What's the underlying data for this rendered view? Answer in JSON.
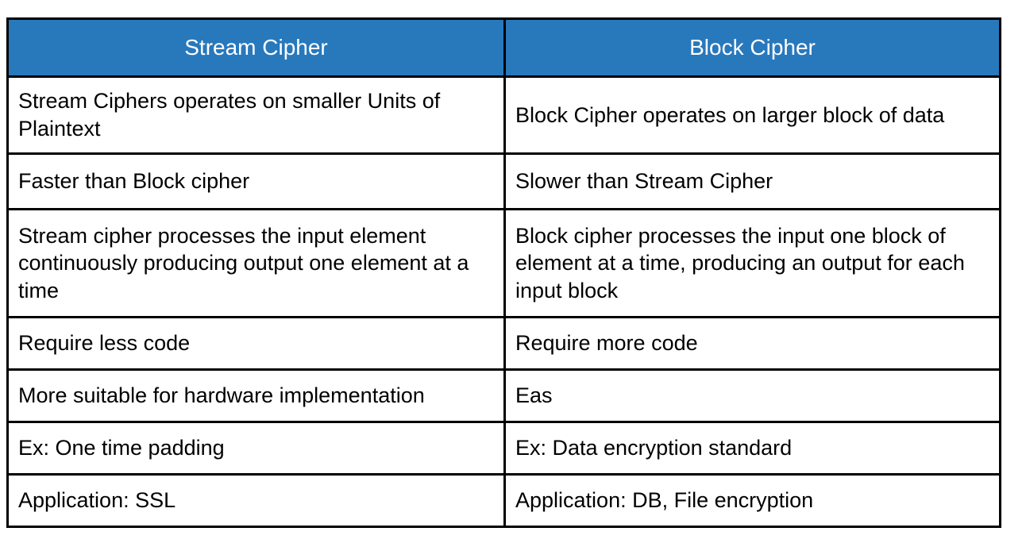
{
  "table": {
    "title_row": {
      "columns": [
        {
          "label": "Stream Cipher"
        },
        {
          "label": "Block Cipher"
        }
      ]
    },
    "header_background": "#2878BC",
    "header_text_color": "#ffffff",
    "border_color": "#000000",
    "body_text_color": "#000000",
    "rows": [
      {
        "left": "Stream Ciphers operates on smaller Units of Plaintext",
        "right": "Block Cipher operates on larger block of data"
      },
      {
        "left": "Faster than Block cipher",
        "right": "Slower than Stream Cipher"
      },
      {
        "left": "Stream cipher processes the input element continuously producing output one element at a time",
        "right": "Block cipher processes the input one block of element at a time, producing an output for each input block"
      },
      {
        "left": "Require less code",
        "right": "Require more code"
      },
      {
        "left": "More suitable for hardware implementation",
        "right": "Eas"
      },
      {
        "left": "Ex: One time padding",
        "right": "Ex: Data encryption standard"
      },
      {
        "left": "Application: SSL",
        "right": "Application: DB, File encryption"
      }
    ]
  }
}
